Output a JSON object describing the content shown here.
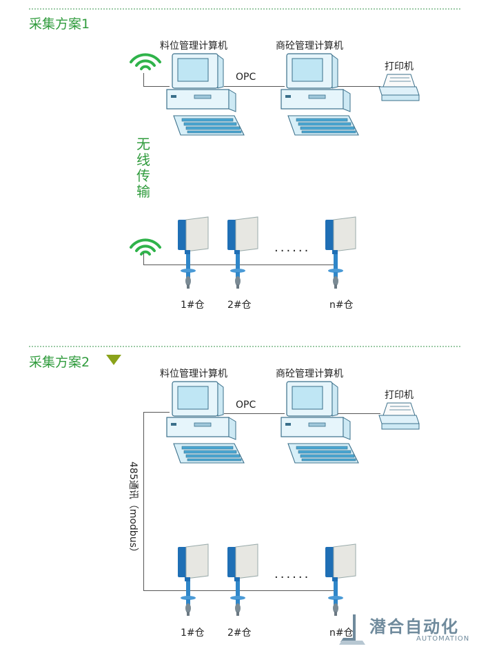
{
  "scheme1": {
    "title": "采集方案1",
    "pc_left": "料位管理计算机",
    "pc_right": "商砼管理计算机",
    "link": "OPC",
    "printer": "打印机",
    "transmission": [
      "无",
      "线",
      "传",
      "输"
    ],
    "bins": [
      "1#仓",
      "2#仓",
      "n#仓"
    ]
  },
  "scheme2": {
    "title": "采集方案2",
    "pc_left": "料位管理计算机",
    "pc_right": "商砼管理计算机",
    "link": "OPC",
    "printer": "打印机",
    "comm": "485通讯（modbus）",
    "bins": [
      "1#仓",
      "2#仓",
      "n#仓"
    ]
  },
  "logo": {
    "name": "潜合自动化",
    "sub": "AUTOMATION"
  },
  "colors": {
    "accent_green": "#2f9b3c",
    "device_blue": "#1f6fb5",
    "monitor_blue": "#cfeaf5",
    "triangle": "#8aa21a"
  }
}
